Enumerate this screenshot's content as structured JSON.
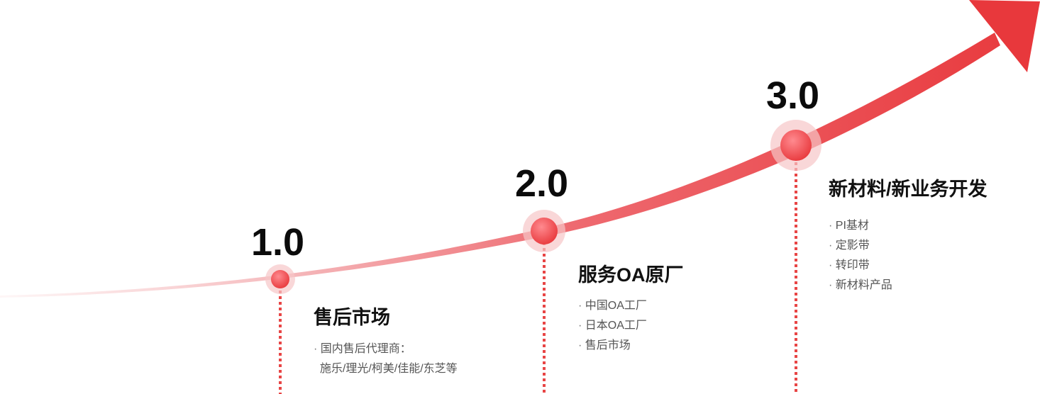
{
  "colors": {
    "accent": "#e8383c",
    "accent_light": "#f7c6c8",
    "marker": "#ee4a50",
    "dotted_line": "#e84545",
    "text_primary": "#111111",
    "text_secondary": "#555555"
  },
  "stages": [
    {
      "version": "1.0",
      "title": "售后市场",
      "items": [
        "国内售后代理商：",
        "施乐/理光/柯美/佳能/东芝等"
      ]
    },
    {
      "version": "2.0",
      "title": "服务OA原厂",
      "items": [
        "中国OA工厂",
        "日本OA工厂",
        "售后市场"
      ]
    },
    {
      "version": "3.0",
      "title": "新材料/新业务开发",
      "items": [
        "PI基材",
        "定影带",
        "转印带",
        "新材料产品"
      ]
    }
  ]
}
